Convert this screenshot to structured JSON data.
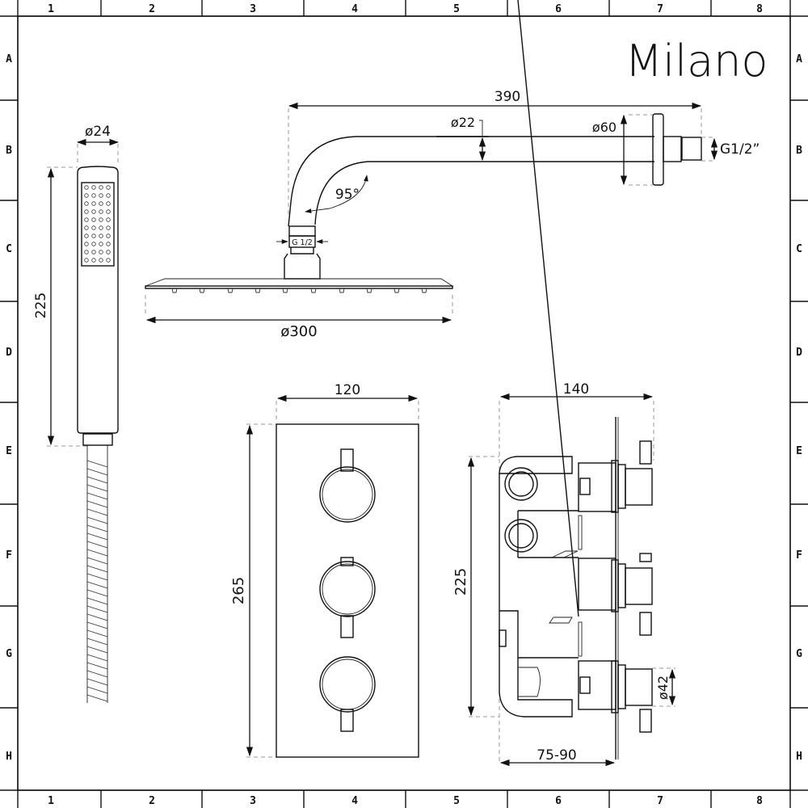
{
  "brand": {
    "logo_text": "Milano"
  },
  "grid": {
    "columns": [
      "1",
      "2",
      "3",
      "4",
      "5",
      "6",
      "7",
      "8"
    ],
    "rows": [
      "A",
      "B",
      "C",
      "D",
      "E",
      "F",
      "G",
      "H"
    ]
  },
  "hand_shower": {
    "diameter_label": "ø24",
    "length_label": "225"
  },
  "shower_arm": {
    "length_label": "390",
    "pipe_diameter_label": "ø22",
    "flange_diameter_label": "ø60",
    "thread_label": "G1/2”",
    "bend_angle_label": "95°",
    "outlet_thread_label": "G 1/2"
  },
  "shower_head": {
    "diameter_label": "ø300"
  },
  "valve_front": {
    "width_label": "120",
    "height_label": "265",
    "handles": 3
  },
  "valve_side": {
    "width_label": "140",
    "height_label": "225",
    "knob_diameter_label": "ø42",
    "depth_label": "75-90"
  }
}
